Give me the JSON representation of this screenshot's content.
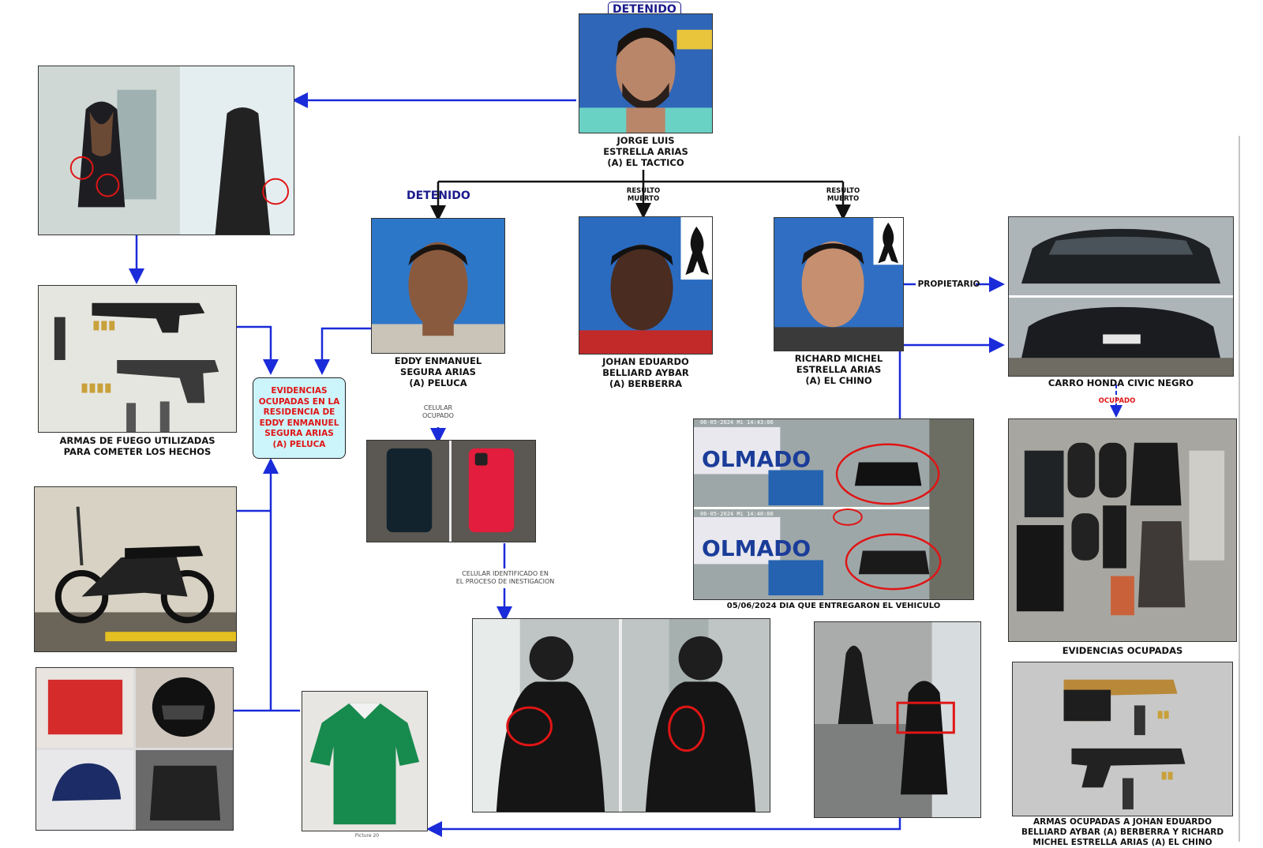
{
  "colors": {
    "arrow_blue": "#1a2bd9",
    "title_blue": "#1a1a8c",
    "evidence_red": "#e01515",
    "evidence_bg": "#ccf4fb"
  },
  "top_suspect": {
    "status": "DETENIDO",
    "name": "JORGE LUIS\nESTRELLA ARIAS\n(A) EL TACTICO"
  },
  "suspects": [
    {
      "status": "DETENIDO",
      "name": "EDDY ENMANUEL\nSEGURA ARIAS\n(A) PELUCA"
    },
    {
      "status": "RESULTO\nMUERTO",
      "name": "JOHAN EDUARDO\nBELLIARD AYBAR\n(A) BERBERRA"
    },
    {
      "status": "RESULTO\nMUERTO",
      "name": "RICHARD MICHEL\nESTRELLA ARIAS\n(A) EL CHINO"
    }
  ],
  "labels": {
    "propietario": "PROPIETARIO",
    "weapons_used": "ARMAS DE FUEGO UTILIZADAS\nPARA COMETER LOS HECHOS",
    "evidence_box": "EVIDENCIAS\nOCUPADAS EN LA\nRESIDENCIA DE\nEDDY ENMANUEL\nSEGURA ARIAS\n(A) PELUCA",
    "celular_ocupado": "CELULAR\nOCUPADO",
    "celular_identificado": "CELULAR IDENTIFICADO EN\nEL PROCESO DE INESTIGACION",
    "car": "CARRO HONDA CIVIC NEGRO",
    "ocupado": "OCUPADO",
    "evidencias_ocupadas": "EVIDENCIAS OCUPADAS",
    "vehicle_date": "05/06/2024 DIA QUE ENTREGARON EL VEHICULO",
    "weapons_seized": "ARMAS OCUPADAS A JOHAN EDUARDO\nBELLIARD AYBAR (A) BERBERRA Y RICHARD\nMICHEL ESTRELLA ARIAS (A) EL CHINO",
    "shirt_caption": "Picture 20"
  },
  "overlays": {
    "store_sign": "OLMADO",
    "cam_timestamp_1": "06-05-2024 Mi  14:43:06",
    "cam_timestamp_2": "06-05-2024 Mi  14:40:00"
  },
  "icons": {
    "mourning": "black-ribbon-icon",
    "phone": "smartphone-icon",
    "pistol": "pistol-icon"
  }
}
